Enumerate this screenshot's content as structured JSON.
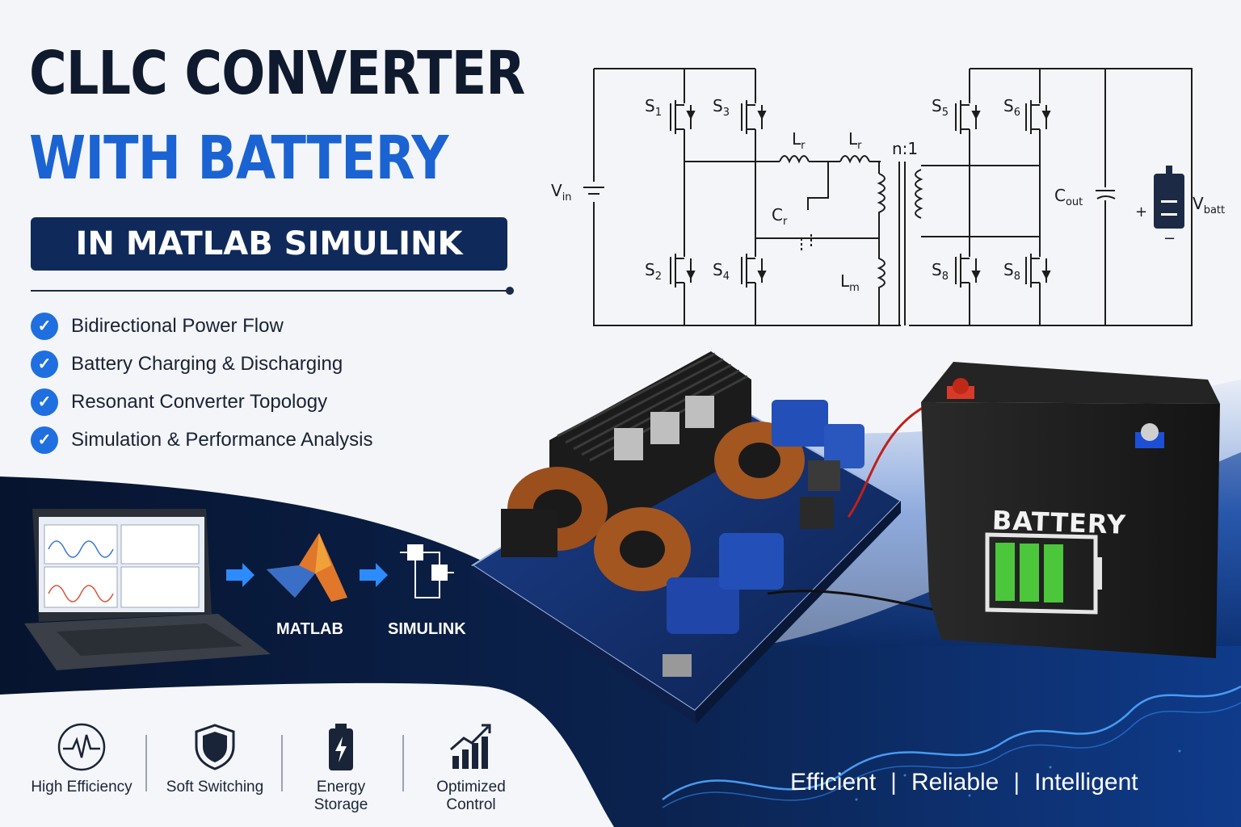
{
  "title": {
    "line1": "CLLC CONVERTER",
    "line2": "WITH BATTERY",
    "subtitle": "IN MATLAB SIMULINK"
  },
  "features": [
    {
      "label": "Bidirectional Power Flow"
    },
    {
      "label": "Battery Charging & Discharging"
    },
    {
      "label": "Resonant Converter Topology"
    },
    {
      "label": "Simulation & Performance Analysis"
    }
  ],
  "circuit": {
    "vin": "V",
    "vin_sub": "in",
    "s1": "S",
    "s1_sub": "1",
    "s2": "S",
    "s2_sub": "2",
    "s3": "S",
    "s3_sub": "3",
    "s4": "S",
    "s4_sub": "4",
    "s5": "S",
    "s5_sub": "5",
    "s6": "S",
    "s6_sub": "6",
    "s7": "S",
    "s7_sub": "8",
    "s8": "S",
    "s8_sub": "8",
    "lr1": "L",
    "lr1_sub": "r",
    "lr2": "L",
    "lr2_sub": "r",
    "cr": "C",
    "cr_sub": "r",
    "lm": "L",
    "lm_sub": "m",
    "ratio": "n:1",
    "cout": "C",
    "cout_sub": "out",
    "vbatt": "V",
    "vbatt_sub": "batt",
    "plus": "+",
    "minus": "−"
  },
  "battery": {
    "label": "BATTERY",
    "charge_level": 0.6,
    "fill_color": "#4cc63a"
  },
  "flow": {
    "matlab_label": "MATLAB",
    "simulink_label": "SIMULINK"
  },
  "benefits": [
    {
      "icon": "heartbeat-icon",
      "label": "High Efficiency"
    },
    {
      "icon": "shield-icon",
      "label": "Soft Switching"
    },
    {
      "icon": "battery-bolt-icon",
      "label": "Energy Storage"
    },
    {
      "icon": "growth-chart-icon",
      "label": "Optimized Control"
    }
  ],
  "tagline": {
    "word1": "Efficient",
    "word2": "Reliable",
    "word3": "Intelligent",
    "separator": "|"
  },
  "colors": {
    "navy": "#0f1a2e",
    "brand_blue": "#1b63d2",
    "check_blue": "#1f6fe0"
  }
}
